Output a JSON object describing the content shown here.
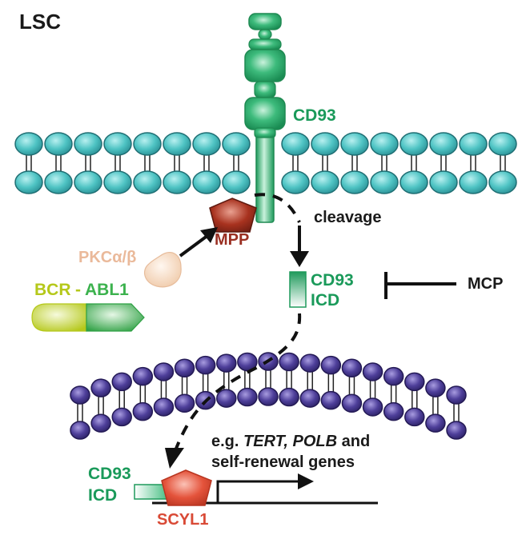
{
  "title": "LSC",
  "labels": {
    "cd93": "CD93",
    "cleavage": "cleavage",
    "mpp": "MPP",
    "pkc": "PKCα/β",
    "bcr": "BCR",
    "dash": "-",
    "abl1": "ABL1",
    "icd_cd93": "CD93",
    "icd": "ICD",
    "mcp": "MCP",
    "genes_prefix": "e.g. ",
    "genes_italic": "TERT, POLB",
    "genes_suffix": " and",
    "genes_line2": "self-renewal genes",
    "nuc_cd93": "CD93",
    "nuc_icd": "ICD",
    "scyl1": "SCYL1"
  },
  "colors": {
    "membrane_head": "#4fc4c4",
    "nuclear_head": "#4e3f9a",
    "cd93": "#2fae6e",
    "mpp": "#a8321f",
    "scyl1": "#e4533b",
    "pkc": "#f6d6bd",
    "bcr": "#c9dc4a",
    "abl1": "#3cb24e"
  }
}
